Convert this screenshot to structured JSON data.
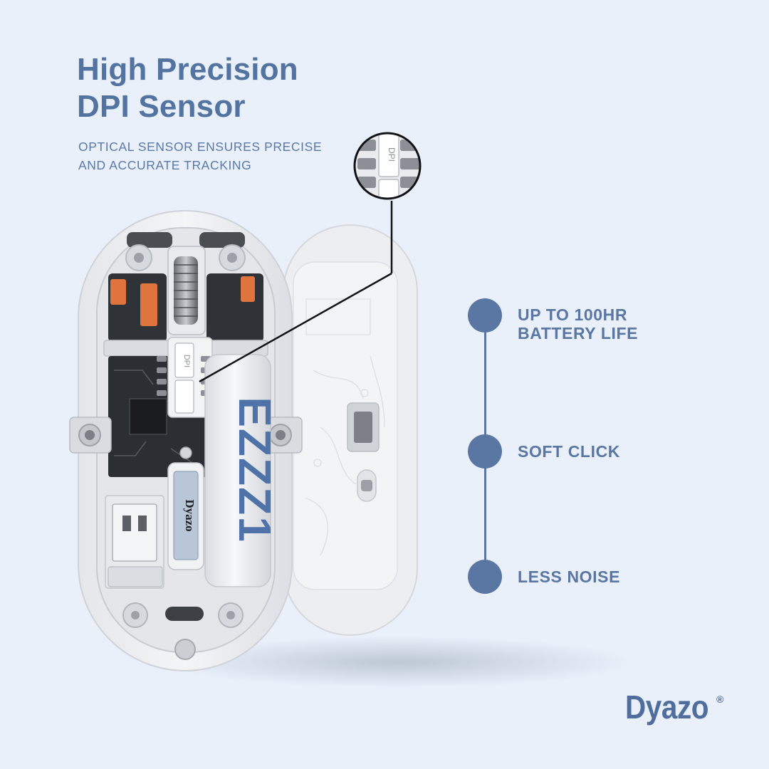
{
  "headline": {
    "line1": "High Precision",
    "line2": "DPI Sensor"
  },
  "subheadline": {
    "line1": "OPTICAL SENSOR ENSURES PRECISE",
    "line2": "AND ACCURATE TRACKING"
  },
  "features": [
    {
      "line1": "UP TO 100HR",
      "line2": "BATTERY LIFE"
    },
    {
      "line1": "SOFT CLICK",
      "line2": ""
    },
    {
      "line1": "LESS NOISE",
      "line2": ""
    }
  ],
  "product": {
    "receiver_label": "Dyazo",
    "dpi_button_label": "DPI",
    "battery_marking": "EZZZ1"
  },
  "brand": {
    "name": "Dyazo",
    "registered_mark": "®"
  },
  "colors": {
    "background": "#e9f0fa",
    "accent": "#5a76a3",
    "headline": "#5373a0"
  },
  "icons": [
    "zoom-callout-icon",
    "timeline-dot-icon"
  ]
}
